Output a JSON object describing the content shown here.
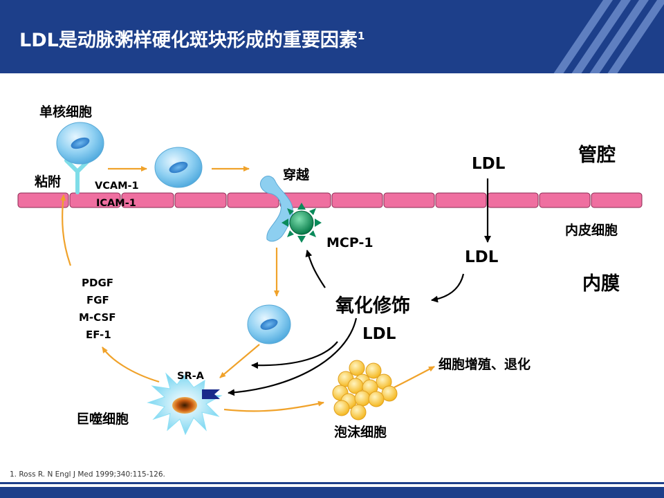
{
  "title": {
    "main": "LDL是动脉粥样硬化斑块形成的重要因素",
    "sup": "1"
  },
  "labels": {
    "monocyte": "单核细胞",
    "adhesion": "粘附",
    "vcam": "VCAM-1",
    "icam": "ICAM-1",
    "transmigration": "穿越",
    "ldl_lumen": "LDL",
    "lumen": "管腔",
    "endothelial": "内皮细胞",
    "mcp": "MCP-1",
    "ldl_intima": "LDL",
    "intima": "内膜",
    "oxidized": "氧化修饰",
    "oxidized_ldl": "LDL",
    "growth_factors": [
      "PDGF",
      "FGF",
      "M-CSF",
      "EF-1"
    ],
    "sra": "SR-A",
    "macrophage": "巨噬细胞",
    "foam_cell": "泡沫细胞",
    "proliferation": "细胞增殖、退化"
  },
  "reference": "1.     Ross R. N Engl J Med 1999;340:115-126.",
  "colors": {
    "header": "#1d3f8a",
    "endothelium": "#ef6fa0",
    "arrow_orange": "#f0a22a",
    "cell_blue": "#7fc8ee",
    "chemokine_green": "#0a8a5a",
    "foam_yellow": "#fbd04c"
  }
}
